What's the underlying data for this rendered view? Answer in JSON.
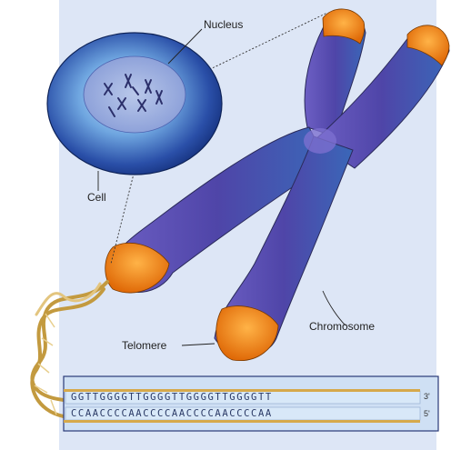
{
  "labels": {
    "nucleus": "Nucleus",
    "cell": "Cell",
    "chromosome": "Chromosome",
    "telomere": "Telomere"
  },
  "dna": {
    "top_strand": "GGTTGGGGTTGGGGTTGGGGTTGGGGTT",
    "bottom_strand": "CCAACCCCAACCCCAACCCCAACCCCAA",
    "top_end": "3'",
    "bottom_end": "5'"
  },
  "colors": {
    "background_panel": "#dde6f6",
    "chromosome": "#5a4fb0",
    "telomere": "#f07a12",
    "cell_outer": "#1e3d8f",
    "dna_ribbon": "#d9b25a",
    "strand_box": "#bfd7f1"
  }
}
